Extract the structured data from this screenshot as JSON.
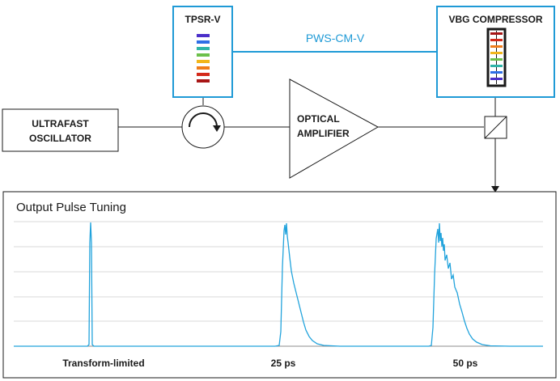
{
  "diagram": {
    "oscillator_label": [
      "ULTRAFAST",
      "OSCILLATOR"
    ],
    "tpsr_label": "TPSR-V",
    "vbg_label": "VBG COMPRESSOR",
    "pws_label": "PWS-CM-V",
    "amplifier_label": [
      "OPTICAL",
      "AMPLIFIER"
    ],
    "colors": {
      "accent_blue": "#1f9ad6",
      "pulse_trace": "#22a3dc",
      "border_dark": "#1a1a1a",
      "grid": "#d9d9d9"
    },
    "grating_colors_tpsr": [
      "#4b2fc9",
      "#2e6ee6",
      "#2fb4a8",
      "#6cc04a",
      "#f2b61b",
      "#f07c1a",
      "#d42a1a",
      "#a81616"
    ],
    "grating_colors_vbg": [
      "#a81616",
      "#d42a1a",
      "#f07c1a",
      "#f2b61b",
      "#6cc04a",
      "#2fb4a8",
      "#2e6ee6",
      "#4b2fc9"
    ]
  },
  "output_panel": {
    "title": "Output Pulse Tuning",
    "pulse_labels": [
      "Transform-limited",
      "25 ps",
      "50 ps"
    ]
  }
}
